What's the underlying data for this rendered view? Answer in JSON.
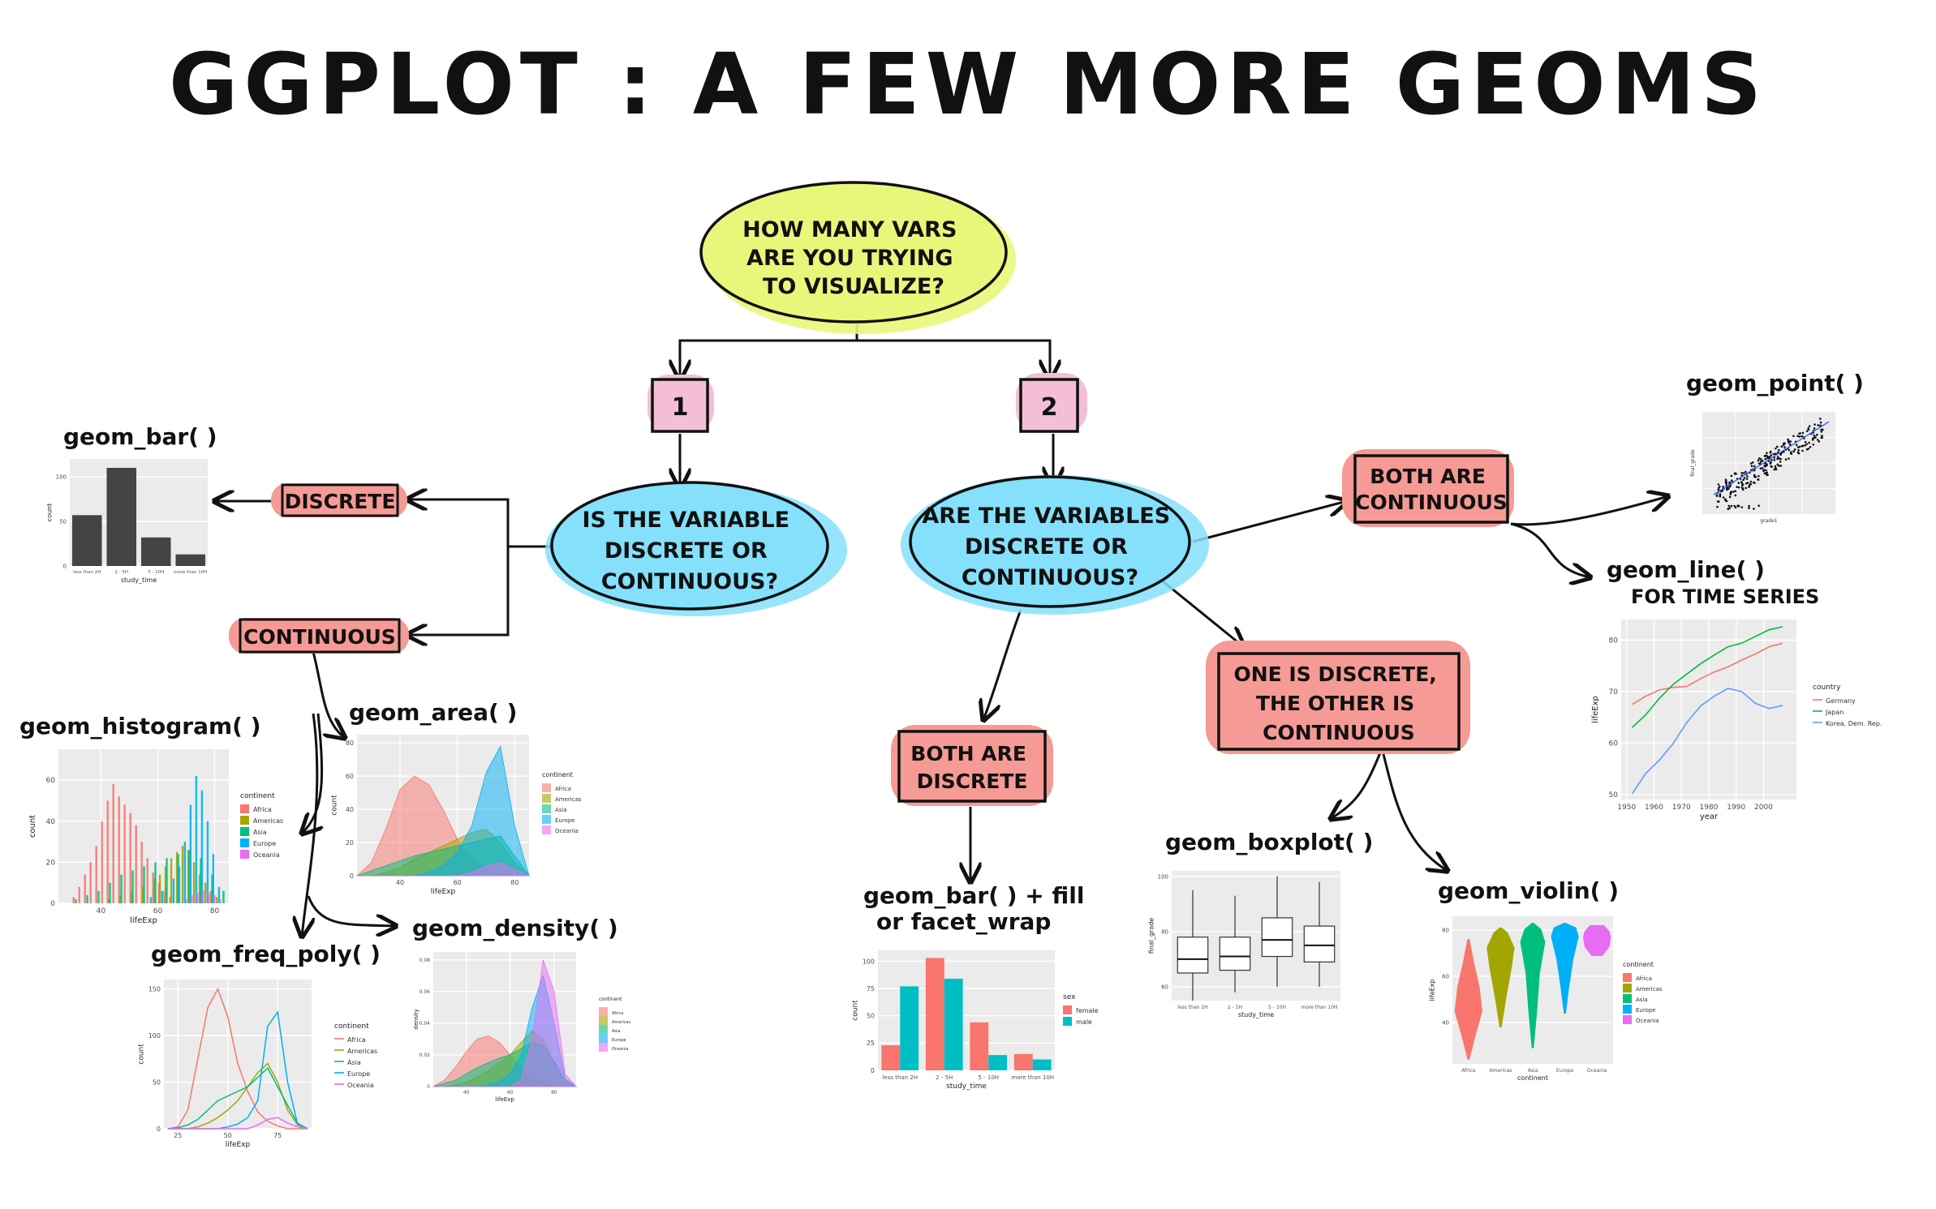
{
  "title": "GGPLOT : A FEW MORE GEOMS",
  "colors": {
    "yellow": "#e8f77a",
    "blue": "#84e0fb",
    "pink_box": "#f4bfd6",
    "salmon": "#f59a95",
    "panel": "#ebebeb",
    "africa": "#f8766d",
    "americas": "#a3a500",
    "asia": "#00bf7d",
    "europe": "#00b0f6",
    "oceania": "#e76bf3"
  },
  "nodes": {
    "question": [
      "HOW MANY VARS",
      "ARE YOU TRYING",
      "TO VISUALIZE?"
    ],
    "one": "1",
    "two": "2",
    "q_one": [
      "IS THE VARIABLE",
      "DISCRETE OR",
      "CONTINUOUS?"
    ],
    "q_two": [
      "ARE THE VARIABLES",
      "DISCRETE OR",
      "CONTINUOUS?"
    ],
    "discrete": "DISCRETE",
    "continuous": "CONTINUOUS",
    "both_continuous": [
      "BOTH ARE",
      "CONTINUOUS"
    ],
    "both_discrete": [
      "BOTH ARE",
      "DISCRETE"
    ],
    "one_discrete": [
      "ONE IS DISCRETE,",
      "THE OTHER IS",
      "CONTINUOUS"
    ]
  },
  "labels": {
    "geom_bar": "geom_bar( )",
    "geom_histogram": "geom_histogram( )",
    "geom_area": "geom_area( )",
    "geom_freqpoly": "geom_freq_poly( )",
    "geom_density": "geom_density( )",
    "geom_point": "geom_point( )",
    "geom_line": [
      "geom_line( )",
      "FOR TIME SERIES"
    ],
    "geom_bar_fill": [
      "geom_bar( ) + fill",
      "or facet_wrap"
    ],
    "geom_boxplot": "geom_boxplot( )",
    "geom_violin": "geom_violin( )"
  },
  "chart_data": [
    {
      "id": "bar",
      "type": "bar",
      "categories": [
        "less than 2H",
        "2 - 5H",
        "5 - 10H",
        "more than 10H"
      ],
      "values": [
        57,
        110,
        32,
        13
      ],
      "xlabel": "study_time",
      "ylabel": "count",
      "ylim": [
        0,
        120
      ],
      "yticks": [
        0,
        50,
        100
      ],
      "grid": true
    },
    {
      "id": "histogram",
      "type": "bar",
      "xlabel": "lifeExp",
      "ylabel": "count",
      "xticks": [
        40,
        60,
        80
      ],
      "yticks": [
        0,
        20,
        40,
        60
      ],
      "ylim": [
        0,
        75
      ],
      "xlim": [
        25,
        85
      ],
      "legend_title": "continent",
      "legend_position": "right",
      "series": [
        {
          "name": "Africa",
          "x": [
            30,
            32,
            34,
            36,
            38,
            40,
            42,
            44,
            46,
            48,
            50,
            52,
            54,
            56,
            58,
            60,
            62,
            64
          ],
          "values": [
            3,
            8,
            14,
            20,
            28,
            40,
            50,
            58,
            52,
            48,
            44,
            38,
            30,
            22,
            15,
            10,
            6,
            3
          ]
        },
        {
          "name": "Americas",
          "x": [
            42,
            46,
            50,
            54,
            58,
            60,
            62,
            64,
            66,
            68,
            70,
            72,
            74,
            76,
            78,
            80
          ],
          "values": [
            2,
            4,
            6,
            8,
            12,
            14,
            18,
            22,
            25,
            28,
            26,
            20,
            14,
            10,
            6,
            3
          ]
        },
        {
          "name": "Asia",
          "x": [
            30,
            34,
            38,
            42,
            46,
            50,
            54,
            58,
            62,
            66,
            70,
            74,
            78,
            82
          ],
          "values": [
            2,
            4,
            6,
            10,
            14,
            16,
            18,
            20,
            22,
            24,
            26,
            22,
            14,
            6
          ]
        },
        {
          "name": "Europe",
          "x": [
            56,
            60,
            64,
            66,
            68,
            70,
            72,
            74,
            76,
            78,
            80
          ],
          "values": [
            3,
            6,
            12,
            18,
            30,
            48,
            62,
            55,
            40,
            24,
            8
          ]
        },
        {
          "name": "Oceania",
          "x": [
            68,
            70,
            72,
            74,
            76,
            78,
            80
          ],
          "values": [
            2,
            4,
            5,
            6,
            5,
            4,
            2
          ]
        }
      ],
      "grid": true
    },
    {
      "id": "area",
      "type": "area",
      "xlabel": "lifeExp",
      "ylabel": "count",
      "xticks": [
        40,
        60,
        80
      ],
      "yticks": [
        0,
        20,
        40,
        60,
        80
      ],
      "ylim": [
        0,
        85
      ],
      "xlim": [
        25,
        85
      ],
      "legend_title": "continent",
      "legend_position": "right",
      "series": [
        {
          "name": "Africa",
          "x": [
            25,
            30,
            35,
            40,
            45,
            50,
            55,
            60,
            65,
            70,
            75,
            80,
            85
          ],
          "values": [
            0,
            8,
            28,
            52,
            60,
            55,
            40,
            22,
            10,
            4,
            1,
            0,
            0
          ]
        },
        {
          "name": "Americas",
          "x": [
            25,
            30,
            35,
            40,
            45,
            50,
            55,
            60,
            65,
            70,
            75,
            80,
            85
          ],
          "values": [
            0,
            0,
            2,
            5,
            10,
            14,
            18,
            22,
            26,
            28,
            20,
            8,
            0
          ]
        },
        {
          "name": "Asia",
          "x": [
            25,
            30,
            35,
            40,
            45,
            50,
            55,
            60,
            65,
            70,
            75,
            80,
            85
          ],
          "values": [
            0,
            3,
            6,
            9,
            12,
            14,
            16,
            18,
            20,
            22,
            24,
            12,
            0
          ]
        },
        {
          "name": "Europe",
          "x": [
            25,
            30,
            35,
            40,
            45,
            50,
            55,
            60,
            65,
            70,
            75,
            80,
            85
          ],
          "values": [
            0,
            0,
            0,
            0,
            0,
            2,
            6,
            14,
            30,
            62,
            78,
            30,
            0
          ]
        },
        {
          "name": "Oceania",
          "x": [
            25,
            30,
            35,
            40,
            45,
            50,
            55,
            60,
            65,
            70,
            75,
            80,
            85
          ],
          "values": [
            0,
            0,
            0,
            0,
            0,
            0,
            0,
            0,
            2,
            6,
            8,
            4,
            0
          ]
        }
      ],
      "grid": true
    },
    {
      "id": "freqpoly",
      "type": "line",
      "xlabel": "lifeExp",
      "ylabel": "count",
      "xticks": [
        25,
        50,
        75
      ],
      "yticks": [
        0,
        50,
        100,
        150
      ],
      "ylim": [
        0,
        160
      ],
      "xlim": [
        18,
        92
      ],
      "legend_title": "continent",
      "legend_position": "right",
      "series": [
        {
          "name": "Africa",
          "x": [
            20,
            25,
            30,
            35,
            40,
            45,
            50,
            55,
            60,
            65,
            70,
            75,
            80,
            85,
            90
          ],
          "values": [
            0,
            2,
            20,
            75,
            130,
            150,
            120,
            70,
            40,
            18,
            8,
            3,
            0,
            0,
            0
          ]
        },
        {
          "name": "Americas",
          "x": [
            20,
            25,
            30,
            35,
            40,
            45,
            50,
            55,
            60,
            65,
            70,
            75,
            80,
            85,
            90
          ],
          "values": [
            0,
            0,
            0,
            2,
            6,
            12,
            20,
            30,
            45,
            60,
            70,
            50,
            20,
            4,
            0
          ]
        },
        {
          "name": "Asia",
          "x": [
            20,
            25,
            30,
            35,
            40,
            45,
            50,
            55,
            60,
            65,
            70,
            75,
            80,
            85,
            90
          ],
          "values": [
            0,
            1,
            4,
            10,
            20,
            30,
            35,
            40,
            45,
            55,
            65,
            45,
            25,
            6,
            0
          ]
        },
        {
          "name": "Europe",
          "x": [
            20,
            25,
            30,
            35,
            40,
            45,
            50,
            55,
            60,
            65,
            70,
            75,
            80,
            85,
            90
          ],
          "values": [
            0,
            0,
            0,
            0,
            0,
            0,
            2,
            5,
            12,
            30,
            110,
            125,
            50,
            5,
            0
          ]
        },
        {
          "name": "Oceania",
          "x": [
            20,
            25,
            30,
            35,
            40,
            45,
            50,
            55,
            60,
            65,
            70,
            75,
            80,
            85,
            90
          ],
          "values": [
            0,
            0,
            0,
            0,
            0,
            0,
            0,
            0,
            0,
            4,
            10,
            12,
            6,
            2,
            0
          ]
        }
      ],
      "grid": true
    },
    {
      "id": "density",
      "type": "area",
      "xlabel": "lifeExp",
      "ylabel": "density",
      "xticks": [
        40,
        60,
        80
      ],
      "yticks": [
        0.0,
        0.02,
        0.04,
        0.06,
        0.08
      ],
      "xlim": [
        25,
        90
      ],
      "ylim": [
        0,
        0.085
      ],
      "legend_title": "continent",
      "legend_position": "right",
      "series": [
        {
          "name": "Africa",
          "x": [
            25,
            30,
            35,
            40,
            45,
            50,
            55,
            60,
            65,
            70,
            75,
            80,
            85,
            90
          ],
          "values": [
            0,
            0.004,
            0.012,
            0.022,
            0.03,
            0.032,
            0.028,
            0.02,
            0.012,
            0.006,
            0.002,
            0,
            0,
            0
          ]
        },
        {
          "name": "Americas",
          "x": [
            25,
            30,
            35,
            40,
            45,
            50,
            55,
            60,
            65,
            70,
            75,
            80,
            85,
            90
          ],
          "values": [
            0,
            0,
            0.001,
            0.003,
            0.006,
            0.01,
            0.015,
            0.02,
            0.028,
            0.035,
            0.03,
            0.015,
            0.002,
            0
          ]
        },
        {
          "name": "Asia",
          "x": [
            25,
            30,
            35,
            40,
            45,
            50,
            55,
            60,
            65,
            70,
            75,
            80,
            85,
            90
          ],
          "values": [
            0,
            0.002,
            0.004,
            0.008,
            0.012,
            0.015,
            0.018,
            0.02,
            0.024,
            0.028,
            0.026,
            0.016,
            0.004,
            0
          ]
        },
        {
          "name": "Europe",
          "x": [
            25,
            30,
            35,
            40,
            45,
            50,
            55,
            60,
            65,
            70,
            75,
            80,
            85,
            90
          ],
          "values": [
            0,
            0,
            0,
            0,
            0,
            0.001,
            0.003,
            0.008,
            0.02,
            0.05,
            0.07,
            0.04,
            0.005,
            0
          ]
        },
        {
          "name": "Oceania",
          "x": [
            25,
            30,
            35,
            40,
            45,
            50,
            55,
            60,
            65,
            70,
            75,
            80,
            85,
            90
          ],
          "values": [
            0,
            0,
            0,
            0,
            0,
            0,
            0,
            0,
            0.004,
            0.03,
            0.08,
            0.06,
            0.008,
            0
          ]
        }
      ],
      "grid": true
    },
    {
      "id": "point",
      "type": "scatter",
      "xlabel": "grade1",
      "ylabel": "final_grade",
      "grid": true
    },
    {
      "id": "line",
      "type": "line",
      "xlabel": "year",
      "ylabel": "lifeExp",
      "xticks": [
        1950,
        1960,
        1970,
        1980,
        1990,
        2000
      ],
      "yticks": [
        50,
        60,
        70,
        80
      ],
      "xlim": [
        1948,
        2012
      ],
      "ylim": [
        49,
        84
      ],
      "legend_title": "country",
      "legend_position": "right",
      "x": [
        1952,
        1957,
        1962,
        1967,
        1972,
        1977,
        1982,
        1987,
        1992,
        1997,
        2002,
        2007
      ],
      "series": [
        {
          "name": "Germany",
          "values": [
            67.5,
            69.1,
            70.3,
            70.8,
            71.0,
            72.5,
            73.8,
            74.8,
            76.1,
            77.3,
            78.7,
            79.4
          ]
        },
        {
          "name": "Japan",
          "values": [
            63.0,
            65.5,
            68.7,
            71.4,
            73.4,
            75.4,
            77.1,
            78.7,
            79.4,
            80.7,
            82.0,
            82.6
          ]
        },
        {
          "name": "Korea, Dem. Rep.",
          "values": [
            50.1,
            54.1,
            56.7,
            59.9,
            64.0,
            67.2,
            69.1,
            70.6,
            70.0,
            67.7,
            66.7,
            67.3
          ]
        }
      ],
      "grid": true
    },
    {
      "id": "bar_fill",
      "type": "bar",
      "categories": [
        "less than 2H",
        "2 - 5H",
        "5 - 10H",
        "more than 10H"
      ],
      "xlabel": "study_time",
      "ylabel": "count",
      "ylim": [
        0,
        110
      ],
      "yticks": [
        0,
        25,
        50,
        75,
        100
      ],
      "legend_title": "sex",
      "legend_position": "right",
      "series": [
        {
          "name": "female",
          "values": [
            23,
            103,
            44,
            15
          ]
        },
        {
          "name": "male",
          "values": [
            77,
            84,
            14,
            10
          ]
        }
      ],
      "grid": true
    },
    {
      "id": "boxplot",
      "type": "boxplot",
      "categories": [
        "less than 2H",
        "2 - 5H",
        "5 - 10H",
        "more than 10H"
      ],
      "xlabel": "study_time",
      "ylabel": "final_grade",
      "ylim": [
        55,
        102
      ],
      "yticks": [
        60,
        80,
        100
      ],
      "boxes": [
        {
          "min": 55,
          "q1": 65,
          "median": 70,
          "q3": 78,
          "max": 95
        },
        {
          "min": 58,
          "q1": 66,
          "median": 71,
          "q3": 78,
          "max": 93
        },
        {
          "min": 60,
          "q1": 71,
          "median": 77,
          "q3": 85,
          "max": 100
        },
        {
          "min": 60,
          "q1": 69,
          "median": 75,
          "q3": 82,
          "max": 98
        }
      ],
      "grid": true
    },
    {
      "id": "violin",
      "type": "violin",
      "categories": [
        "Africa",
        "Americas",
        "Asia",
        "Europe",
        "Oceania"
      ],
      "xlabel": "continent",
      "ylabel": "lifeExp",
      "ylim": [
        22,
        86
      ],
      "yticks": [
        40,
        60,
        80
      ],
      "legend_title": "continent",
      "legend_position": "right",
      "ranges": [
        [
          24,
          76
        ],
        [
          38,
          81
        ],
        [
          29,
          83
        ],
        [
          44,
          83
        ],
        [
          69,
          82
        ]
      ],
      "grid": true
    }
  ]
}
